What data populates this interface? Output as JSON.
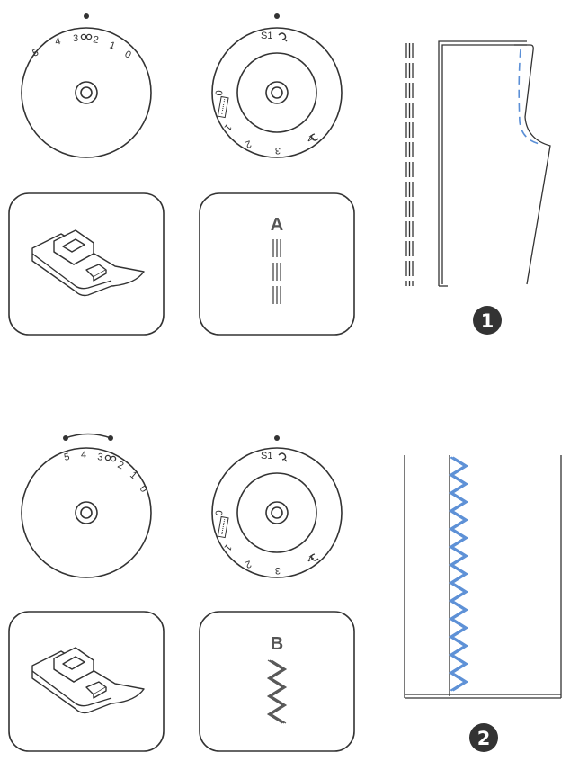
{
  "colors": {
    "line": "#333333",
    "stitch_blue": "#5b8fd6",
    "badge": "#333333",
    "pattern_label": "#555555"
  },
  "sections": [
    {
      "width_dial": {
        "labels": [
          "5",
          "4",
          "3",
          "2",
          "1",
          "0"
        ],
        "marker": "dot",
        "center_icon": "twin-needle-icon"
      },
      "length_dial": {
        "labels": [
          "S1",
          "1",
          "2",
          "3",
          "4",
          "0"
        ],
        "icons": [
          "stretch-icon",
          "buttonhole-icon"
        ]
      },
      "presser_foot": {
        "icon": "zigzag-presser-foot-icon"
      },
      "pattern": {
        "letter": "A",
        "icon": "straight-triple-stitch-icon"
      },
      "step_badge": "1"
    },
    {
      "width_dial": {
        "labels": [
          "5",
          "4",
          "3",
          "2",
          "1",
          "0"
        ],
        "marker": "range",
        "center_icon": "twin-needle-icon"
      },
      "length_dial": {
        "labels": [
          "S1",
          "1",
          "2",
          "3",
          "4",
          "0"
        ],
        "icons": [
          "stretch-icon",
          "buttonhole-icon"
        ]
      },
      "presser_foot": {
        "icon": "zigzag-presser-foot-icon"
      },
      "pattern": {
        "letter": "B",
        "icon": "rickrack-stitch-icon"
      },
      "step_badge": "2"
    }
  ]
}
